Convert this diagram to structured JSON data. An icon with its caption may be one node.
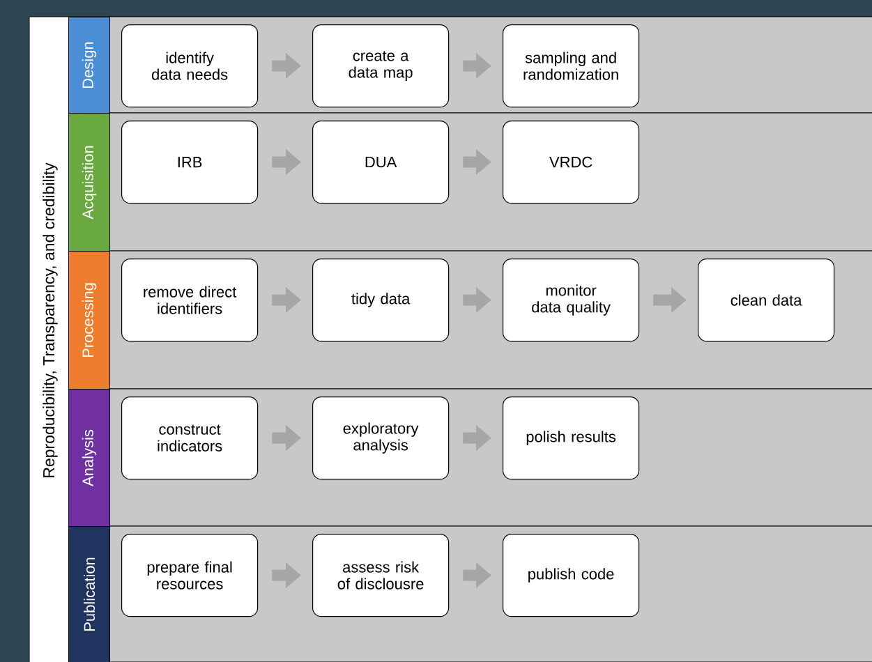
{
  "diagram": {
    "nodes": [
      {
        "text": [
          "Design"
        ]
      },
      {
        "text": [
          "identify data needs"
        ],
        "in": 0
      },
      {
        "text": [
          "create a data map"
        ],
        "in": 0
      },
      {
        "text": [
          "sampling and randomization"
        ],
        "in": 0
      },
      {
        "text": [
          "Acquisition"
        ]
      },
      {
        "text": [
          "IRB"
        ],
        "in": 4
      },
      {
        "text": [
          "DUA"
        ],
        "in": 4
      },
      {
        "text": [
          "VRDC"
        ],
        "in": 4
      },
      {
        "text": [
          "Processing"
        ]
      },
      {
        "text": [
          "remove direct identifiers"
        ],
        "in": 8
      },
      {
        "text": [
          "tidy data"
        ],
        "in": 8
      },
      {
        "text": [
          "monitor data quality"
        ],
        "in": 8
      },
      {
        "text": [
          "clean data"
        ],
        "in": 8
      },
      {
        "text": [
          "Analysis"
        ]
      },
      {
        "text": [
          "construct indicators"
        ],
        "in": 13
      },
      {
        "text": [
          "exploratory analysis"
        ],
        "in": 13
      },
      {
        "text": [
          "polish results"
        ],
        "in": 13
      },
      {
        "text": [
          "Publication"
        ]
      },
      {
        "text": [
          "prepare final resources"
        ],
        "in": 17
      },
      {
        "text": [
          "assess risk of disclousre"
        ],
        "in": 17
      },
      {
        "text": [
          "publish code"
        ],
        "in": 17
      }
    ],
    "edges": [
      {
        "from": 1,
        "to": 2,
        "arrow": "to"
      },
      {
        "from": 2,
        "to": 3,
        "arrow": "to"
      },
      {
        "from": 5,
        "to": 6,
        "arrow": "to"
      },
      {
        "from": 6,
        "to": 7,
        "arrow": "to"
      },
      {
        "from": 9,
        "to": 10,
        "arrow": "to"
      },
      {
        "from": 10,
        "to": 11,
        "arrow": "to"
      },
      {
        "from": 11,
        "to": 12,
        "arrow": "to"
      },
      {
        "from": 14,
        "to": 15,
        "arrow": "to"
      },
      {
        "from": 15,
        "to": 16,
        "arrow": "to"
      },
      {
        "from": 18,
        "to": 19,
        "arrow": "to"
      },
      {
        "from": 19,
        "to": 20,
        "arrow": "to"
      }
    ],
    "labels": [
      "Reproducibility, Transparency, and credibility"
    ]
  }
}
